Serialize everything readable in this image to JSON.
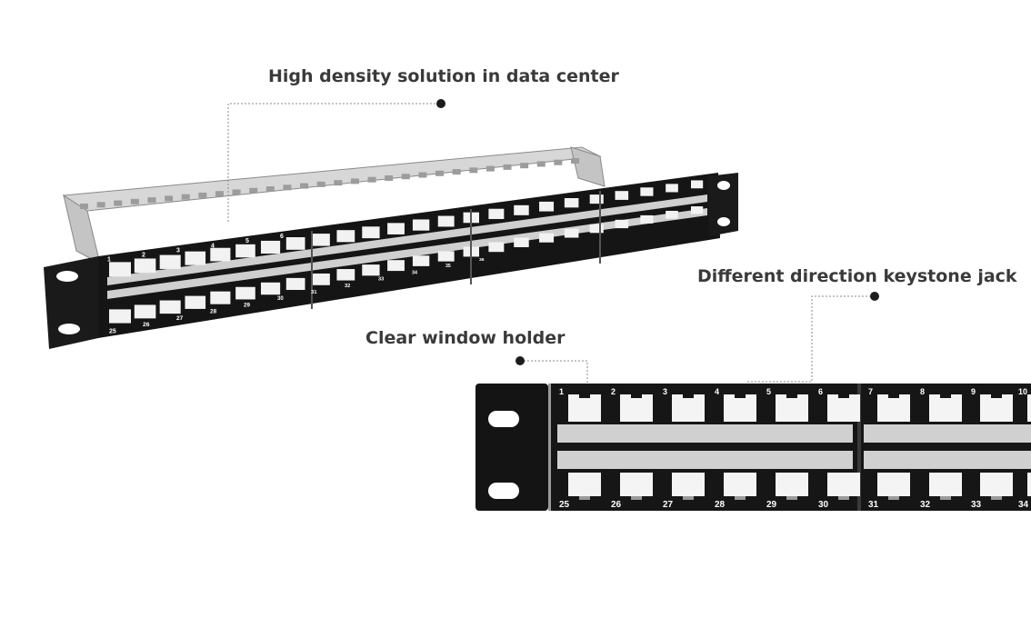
{
  "callouts": {
    "high_density": "High density solution in data center",
    "direction": "Different direction keystone jack",
    "clear_window": "Clear window holder"
  },
  "panel_detail": {
    "top_port_numbers": [
      "1",
      "2",
      "3",
      "4",
      "5",
      "6",
      "7",
      "8",
      "9",
      "10"
    ],
    "bottom_port_numbers": [
      "25",
      "26",
      "27",
      "28",
      "29",
      "30",
      "31",
      "32",
      "33",
      "34"
    ]
  },
  "panel_overview": {
    "top_port_numbers": [
      "1",
      "2",
      "3",
      "4",
      "5",
      "6"
    ],
    "bottom_port_numbers": [
      "25",
      "26",
      "27",
      "28",
      "29",
      "30",
      "31",
      "32",
      "33",
      "34",
      "35",
      "36"
    ]
  },
  "colors": {
    "panel": "#151515",
    "label_strip": "#c9c9c9",
    "metal": "#b8b8b8",
    "leader_line": "#888888"
  }
}
